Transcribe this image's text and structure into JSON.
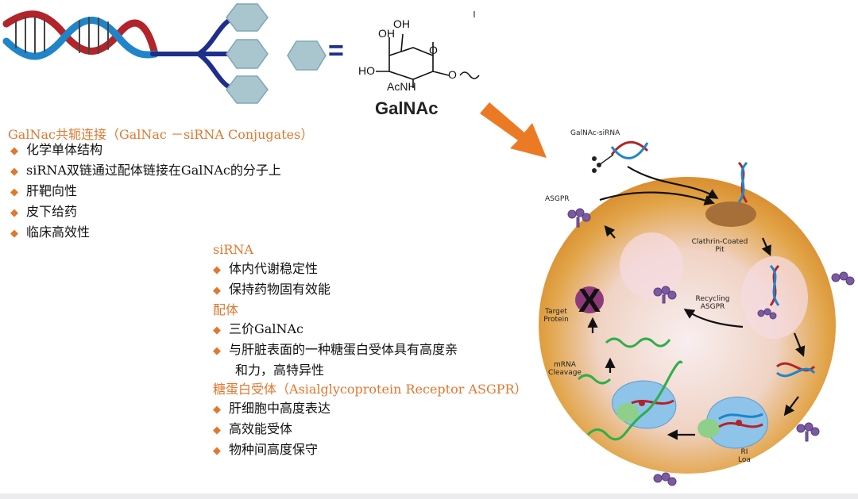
{
  "colors": {
    "accent": "#e0782f",
    "hexagon": "#a9c6cf",
    "dna_blue": "#1f84c9",
    "dna_red": "#b2242a",
    "cell": "#e2a54a",
    "arm": "#1d2f8a"
  },
  "structure": {
    "equals": "=",
    "oh_top": "OH",
    "oh_mid": "OH",
    "ho_left": "HO",
    "ring_o": "O",
    "glyco_o": "O",
    "acnh": "AcNH",
    "name": "GalNAc"
  },
  "conjugates": {
    "heading": "GalNac共轭连接（GalNac －siRNA Conjugates）",
    "items": [
      "化学单体结构",
      "siRNA双链通过配体链接在GalNAc的分子上",
      "肝靶向性",
      "皮下给药",
      "临床高效性"
    ]
  },
  "sirna": {
    "heading": "siRNA",
    "items": [
      "体内代谢稳定性",
      "保持药物固有效能"
    ]
  },
  "ligand": {
    "heading": "配体",
    "items": [
      "三价GalNAc",
      "与肝脏表面的一种糖蛋白受体具有高度亲"
    ],
    "continuation": "和力，高特异性"
  },
  "receptor": {
    "heading": "糖蛋白受体（Asialglycoprotein Receptor ASGPR）",
    "items": [
      "肝细胞中高度表达",
      "高效能受体",
      "物种间高度保守"
    ]
  },
  "cell_diagram": {
    "galnac_sirna": "GalNAc-siRNA",
    "asgpr": "ASGPR",
    "clathrin_line1": "Clathrin-Coated",
    "clathrin_line2": "Pit",
    "recycling_line1": "Recycling",
    "recycling_line2": "ASGPR",
    "target_line1": "Target",
    "target_line2": "Protein",
    "mrna_line1": "mRNA",
    "mrna_line2": "Cleavage",
    "risc_line1": "RI",
    "risc_line2": "Loa",
    "x_mark": "X"
  }
}
